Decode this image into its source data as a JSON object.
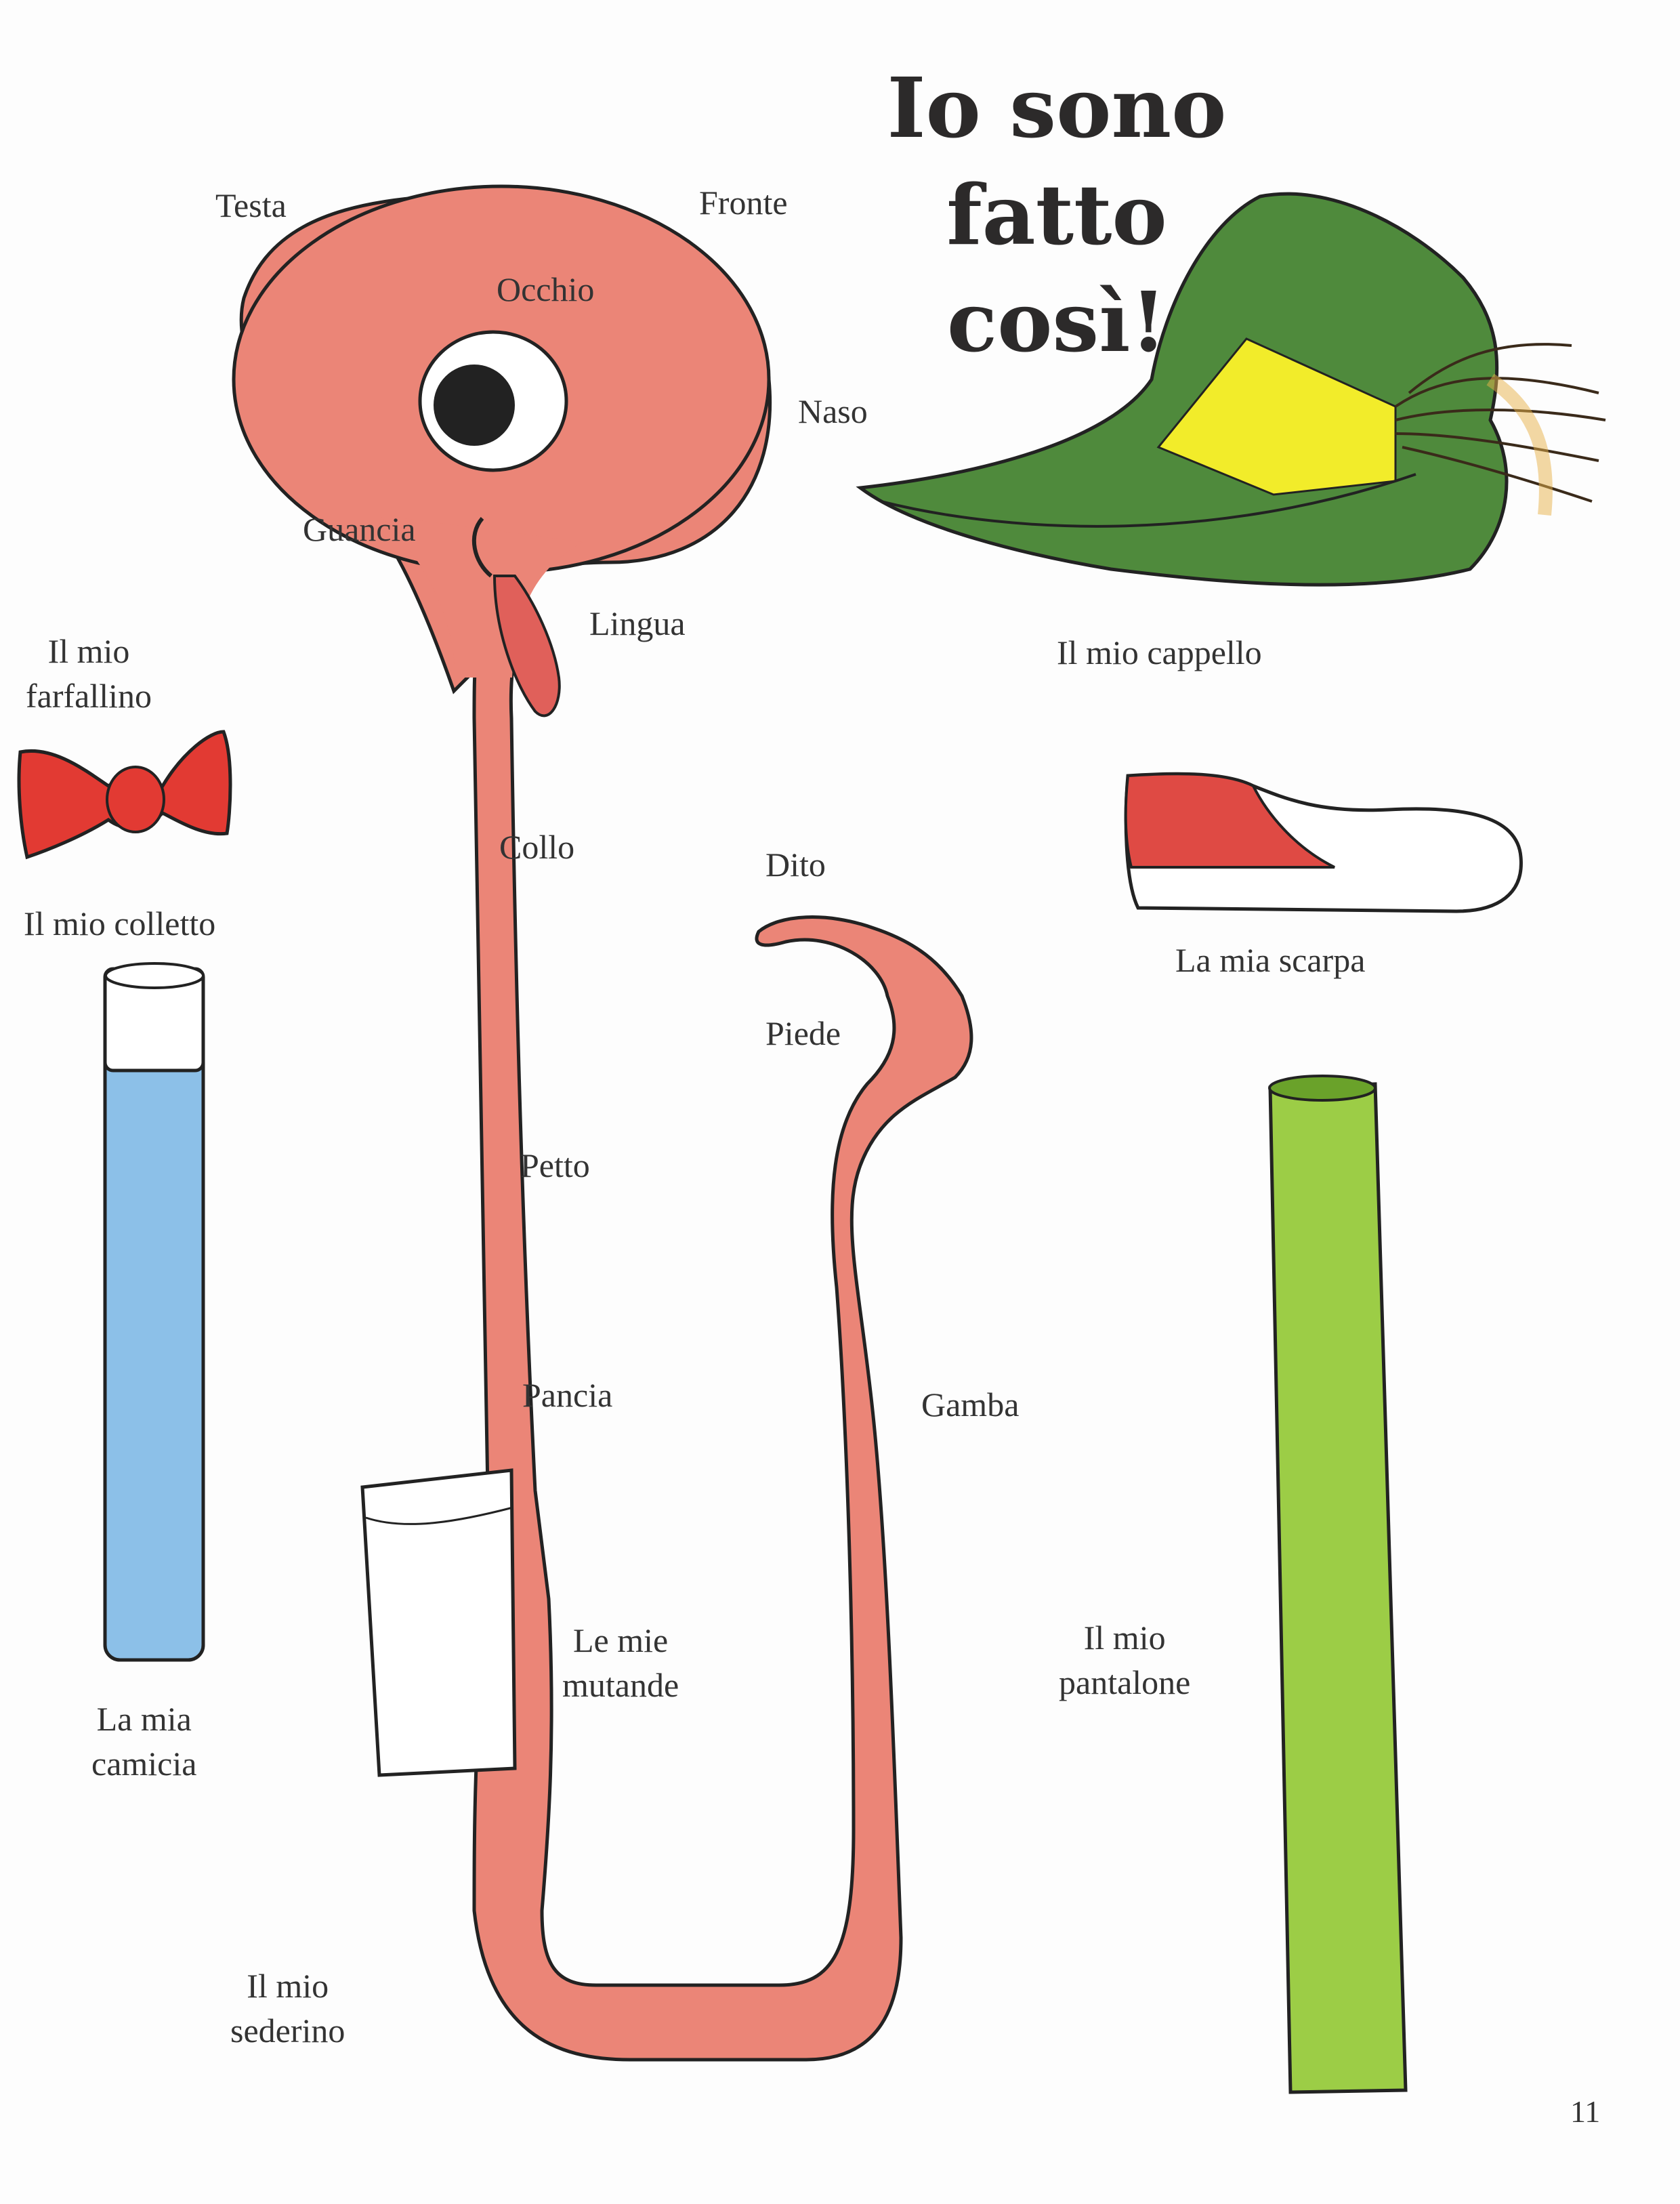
{
  "title": {
    "line1": "Io sono",
    "line2": "fatto",
    "line3": "così!"
  },
  "body_labels": {
    "testa": "Testa",
    "fronte": "Fronte",
    "occhio": "Occhio",
    "naso": "Naso",
    "guancia": "Guancia",
    "lingua": "Lingua",
    "collo": "Collo",
    "dito": "Dito",
    "piede": "Piede",
    "petto": "Petto",
    "pancia": "Pancia",
    "gamba": "Gamba",
    "mutande_line1": "Le mie",
    "mutande_line2": "mutande",
    "sederino_line1": "Il mio",
    "sederino_line2": "sederino"
  },
  "clothing_labels": {
    "farfallino_line1": "Il mio",
    "farfallino_line2": "farfallino",
    "colletto": "Il mio colletto",
    "camicia_line1": "La mia",
    "camicia_line2": "camicia",
    "cappello": "Il mio cappello",
    "scarpa": "La mia scarpa",
    "pantalone_line1": "Il mio",
    "pantalone_line2": "pantalone"
  },
  "page_number": "11",
  "icons": [
    "worm-character-icon",
    "eye-icon",
    "tongue-icon",
    "underpants-icon",
    "bow-tie-icon",
    "shirt-tube-icon",
    "hat-icon",
    "feather-icon",
    "shoe-icon",
    "trouser-tube-icon"
  ],
  "colors": {
    "skin": "#eb8577",
    "tongue": "#e0605a",
    "bowtie": "#e23a33",
    "shirt": "#8cc0e8",
    "hat": "#4f8a3c",
    "hat_band": "#f2ec2a",
    "shoe_red": "#df4a44",
    "trousers": "#9ccd46",
    "outline": "#222222",
    "text": "#333333"
  }
}
